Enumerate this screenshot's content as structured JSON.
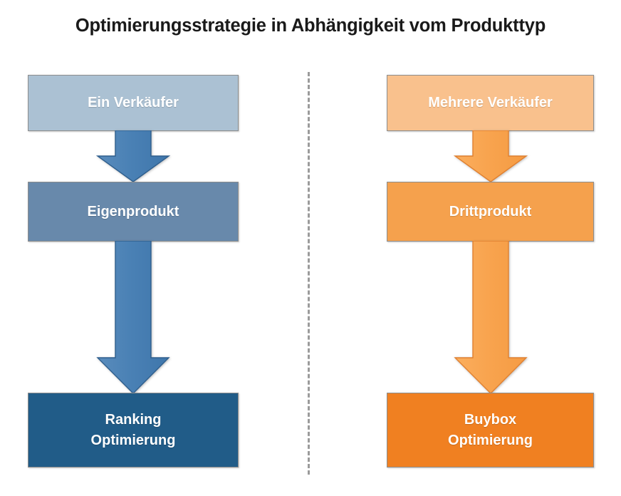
{
  "title": "Optimierungsstrategie in Abhängigkeit vom Produkttyp",
  "colors": {
    "blue_light": "#abc1d3",
    "blue_mid": "#6889ab",
    "blue_dark": "#215c88",
    "blue_arrow_fill": "#4a81b5",
    "blue_arrow_stroke": "#2f5f8e",
    "orange_light": "#f9c18d",
    "orange_mid": "#f5a14d",
    "orange_dark": "#f08021",
    "orange_arrow_fill": "#f8a44f",
    "orange_arrow_stroke": "#e08030",
    "divider": "#9b9b9b",
    "title_text": "#1a1a1a",
    "node_text": "#ffffff"
  },
  "columns": {
    "left": {
      "name": "eigenprodukt-pfad",
      "nodes": [
        {
          "id": "ein-verkaeufer",
          "label": "Ein Verkäufer"
        },
        {
          "id": "eigenprodukt",
          "label": "Eigenprodukt"
        },
        {
          "id": "ranking-optimierung",
          "line1": "Ranking",
          "line2": "Optimierung"
        }
      ],
      "arrows": [
        {
          "id": "arrow-ein-verkaeufer-to-eigenprodukt",
          "direction": "down",
          "length": "short"
        },
        {
          "id": "arrow-eigenprodukt-to-ranking",
          "direction": "down",
          "length": "long"
        }
      ]
    },
    "right": {
      "name": "drittprodukt-pfad",
      "nodes": [
        {
          "id": "mehrere-verkaeufer",
          "label": "Mehrere Verkäufer"
        },
        {
          "id": "drittprodukt",
          "label": "Drittprodukt"
        },
        {
          "id": "buybox-optimierung",
          "line1": "Buybox",
          "line2": "Optimierung"
        }
      ],
      "arrows": [
        {
          "id": "arrow-mehrere-verkaeufer-to-drittprodukt",
          "direction": "down",
          "length": "short"
        },
        {
          "id": "arrow-drittprodukt-to-buybox",
          "direction": "down",
          "length": "long"
        }
      ]
    }
  },
  "divider": {
    "id": "vertical-dashed-divider",
    "style": "dashed",
    "orientation": "vertical"
  }
}
